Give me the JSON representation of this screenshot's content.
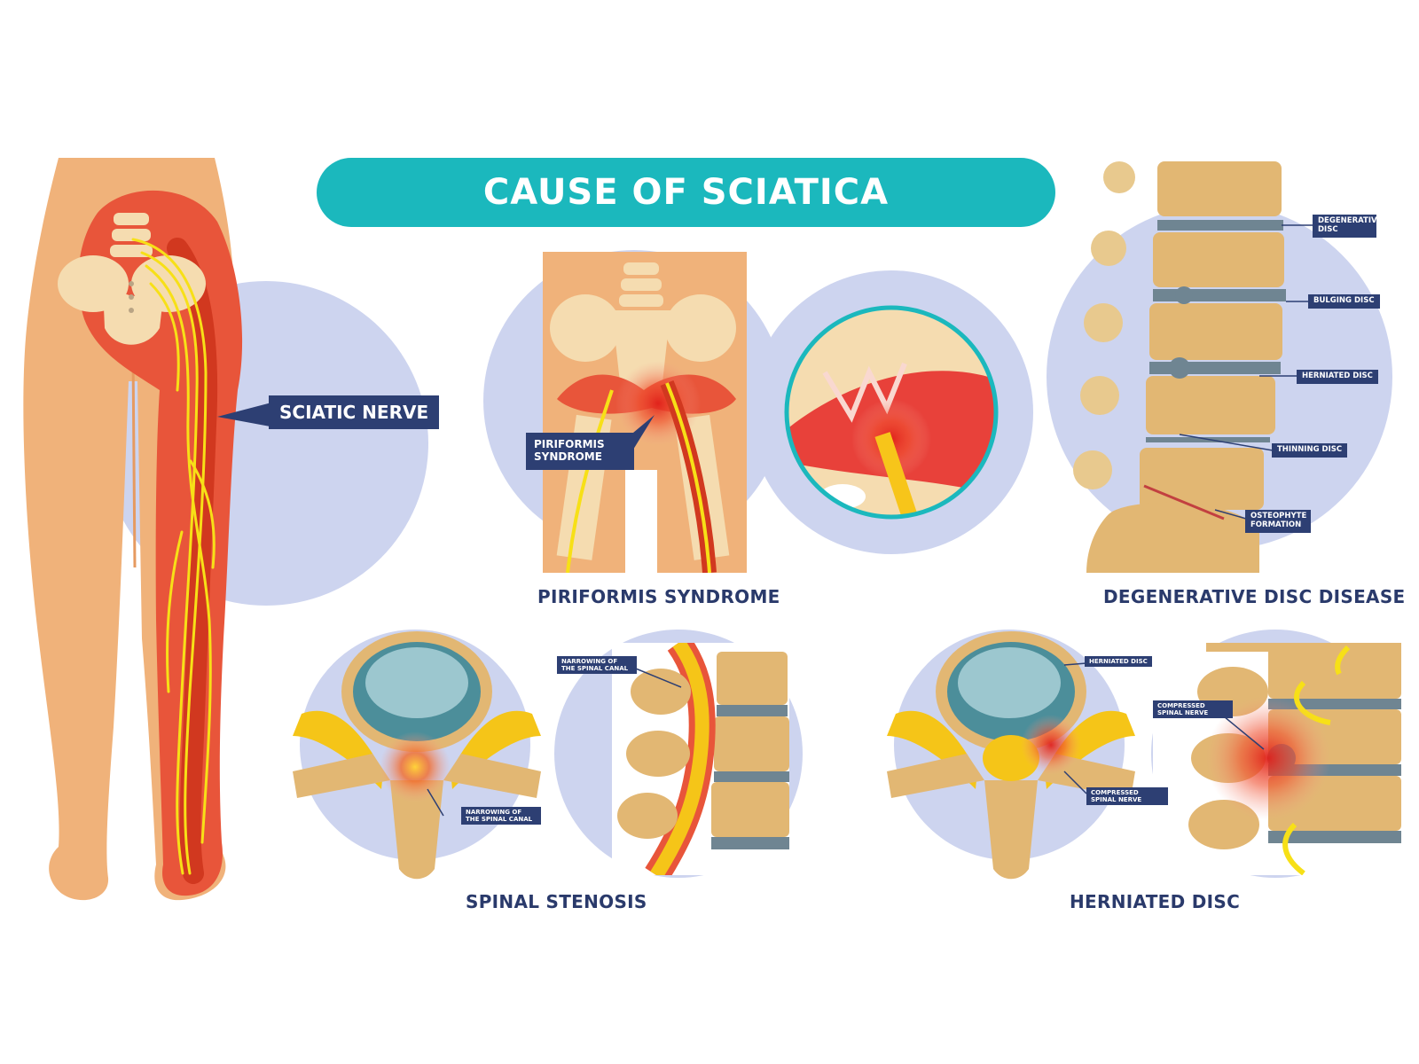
{
  "title": "CAUSE OF SCIATICA",
  "colors": {
    "title_bg": "#1bb8bd",
    "label_bg": "#2d3f73",
    "skin": "#f0b27a",
    "bone": "#f5dcb0",
    "nerve": "#f7e017",
    "inflammation": "#e84a2e",
    "circle_bg": "#cdd4ef",
    "spine": "#e2b773",
    "disc": "#6f8592"
  },
  "panels": {
    "sciatic_nerve": {
      "label": "SCIATIC NERVE"
    },
    "piriformis": {
      "label": "PIRIFORMIS SYNDROME",
      "caption": "PIRIFORMIS SYNDROME"
    },
    "degenerative": {
      "caption": "DEGENERATIVE DISC DISEASE",
      "labels": [
        "DEGENERATIVE DISC",
        "BULGING DISC",
        "HERNIATED DISC",
        "THINNING DISC",
        "OSTEOPHYTE FORMATION"
      ]
    },
    "stenosis": {
      "caption": "SPINAL STENOSIS",
      "label_axial": "NARROWING OF THE SPINAL CANAL",
      "label_side": "NARROWING OF THE SPINAL CANAL"
    },
    "herniated": {
      "caption": "HERNIATED DISC",
      "label_disc": "HERNIATED DISC",
      "label_nerve_axial": "COMPRESSED SPINAL NERVE",
      "label_nerve_side": "COMPRESSED SPINAL NERVE"
    }
  }
}
